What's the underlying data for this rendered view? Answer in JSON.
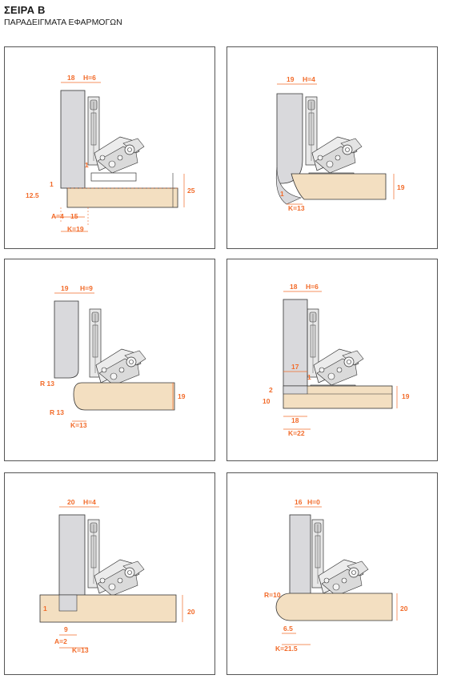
{
  "header": {
    "title": "ΣΕΙΡΑ B",
    "subtitle": "ΠΑΡΑΔΕΙΓΜΑΤΑ ΕΦΑΡΜΟΓΩΝ"
  },
  "colors": {
    "dimension": "#f26b2a",
    "door_gray": "#d9d9dc",
    "panel_wood": "#f3dfc1",
    "hinge_gray": "#cfcfcf",
    "frame_border": "#555555"
  },
  "panels": [
    {
      "dims": {
        "top_left": "18",
        "top_right": "H=6",
        "gap": "1",
        "side_left": "12.5",
        "side_small": "1",
        "bottom_a": "A=4",
        "bottom_b": "15",
        "bottom_k": "K=19",
        "thickness": "25"
      }
    },
    {
      "dims": {
        "top_left": "19",
        "top_right": "H=4",
        "gap": "1",
        "bottom_k": "K=13",
        "thickness": "19"
      }
    },
    {
      "dims": {
        "top_left": "19",
        "top_right": "H=9",
        "radius_top": "R 13",
        "radius_bottom": "R 13",
        "bottom_k": "K=13",
        "thickness": "19"
      }
    },
    {
      "dims": {
        "top_left": "18",
        "top_right": "H=6",
        "inner": "17",
        "gap": "1",
        "side_a": "2",
        "side_b": "10",
        "bottom_b": "18",
        "bottom_k": "K=22",
        "thickness": "19"
      }
    },
    {
      "dims": {
        "top_left": "20",
        "top_right": "H=4",
        "side_small": "1",
        "bottom_b": "9",
        "bottom_a": "A=2",
        "bottom_k": "K=13",
        "thickness": "20"
      }
    },
    {
      "dims": {
        "top_left": "16",
        "top_right": "H=0",
        "radius": "R=10",
        "bottom_b": "6.5",
        "bottom_k": "K=21.5",
        "thickness": "20"
      }
    }
  ]
}
